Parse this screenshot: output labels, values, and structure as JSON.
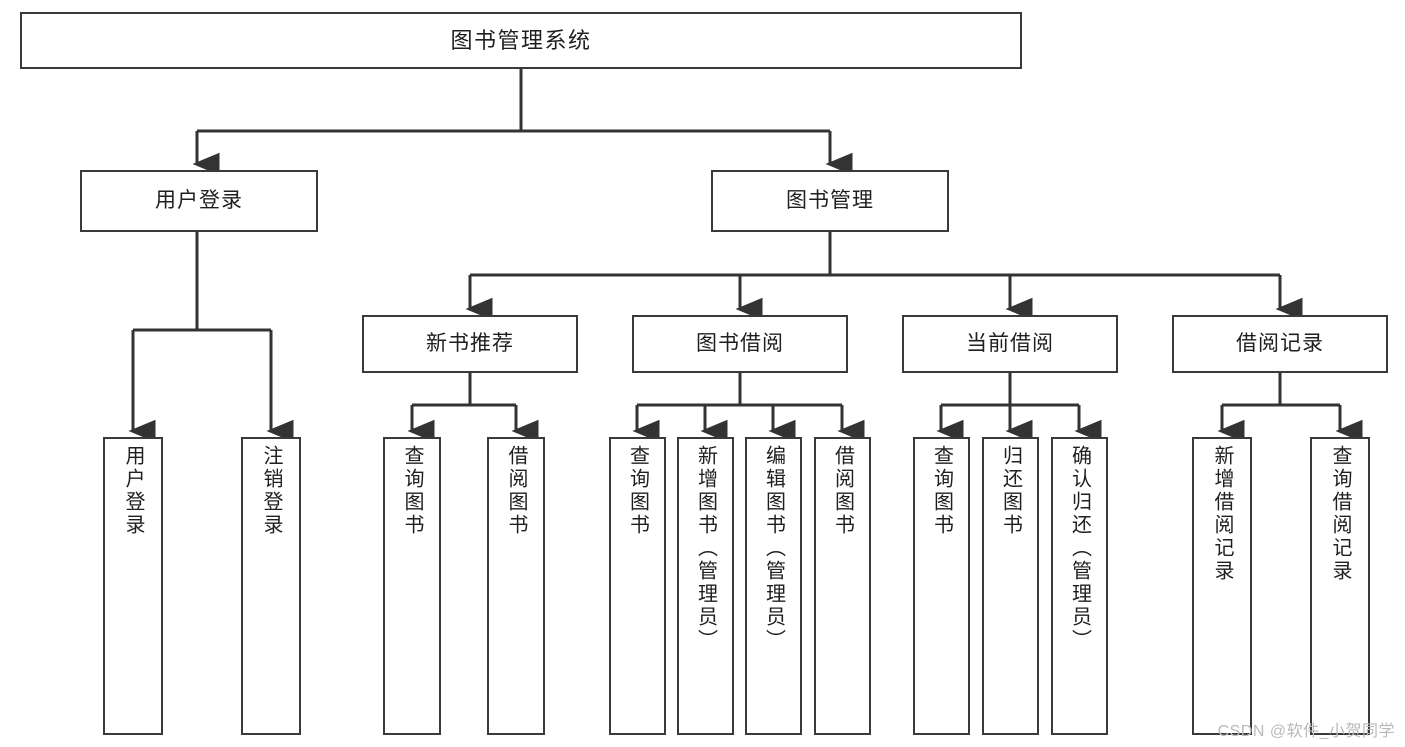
{
  "diagram": {
    "type": "tree",
    "title": "图书管理系统",
    "style": {
      "box_fill": "#ffffff",
      "box_stroke": "#3a3a3a",
      "line_color": "#333333",
      "text_color": "#1f1f1f",
      "background": "#ffffff"
    },
    "root": {
      "id": "root",
      "label": "图书管理系统"
    },
    "level2": [
      {
        "id": "user-login",
        "label": "用户登录"
      },
      {
        "id": "book-manage",
        "label": "图书管理"
      }
    ],
    "level3": [
      {
        "id": "new-book-rec",
        "label": "新书推荐",
        "parent": "book-manage"
      },
      {
        "id": "book-borrow",
        "label": "图书借阅",
        "parent": "book-manage"
      },
      {
        "id": "current-borrow",
        "label": "当前借阅",
        "parent": "book-manage"
      },
      {
        "id": "borrow-record",
        "label": "借阅记录",
        "parent": "book-manage"
      }
    ],
    "leaves": [
      {
        "id": "leaf-user-login",
        "label": "用户登录",
        "parent": "user-login"
      },
      {
        "id": "leaf-user-logout",
        "label": "注销登录",
        "parent": "user-login"
      },
      {
        "id": "leaf-query-book-1",
        "label": "查询图书",
        "parent": "new-book-rec"
      },
      {
        "id": "leaf-borrow-book-1",
        "label": "借阅图书",
        "parent": "new-book-rec"
      },
      {
        "id": "leaf-query-book-2",
        "label": "查询图书",
        "parent": "book-borrow"
      },
      {
        "id": "leaf-add-book",
        "label": "新增图书（管理员）",
        "parent": "book-borrow"
      },
      {
        "id": "leaf-edit-book",
        "label": "编辑图书（管理员）",
        "parent": "book-borrow"
      },
      {
        "id": "leaf-borrow-book-2",
        "label": "借阅图书",
        "parent": "book-borrow"
      },
      {
        "id": "leaf-query-book-3",
        "label": "查询图书",
        "parent": "current-borrow"
      },
      {
        "id": "leaf-return-book",
        "label": "归还图书",
        "parent": "current-borrow"
      },
      {
        "id": "leaf-confirm-return",
        "label": "确认归还（管理员）",
        "parent": "current-borrow"
      },
      {
        "id": "leaf-add-record",
        "label": "新增借阅记录",
        "parent": "borrow-record"
      },
      {
        "id": "leaf-query-record",
        "label": "查询借阅记录",
        "parent": "borrow-record"
      }
    ]
  },
  "watermark": {
    "text": "CSDN @软件_小贺同学"
  }
}
